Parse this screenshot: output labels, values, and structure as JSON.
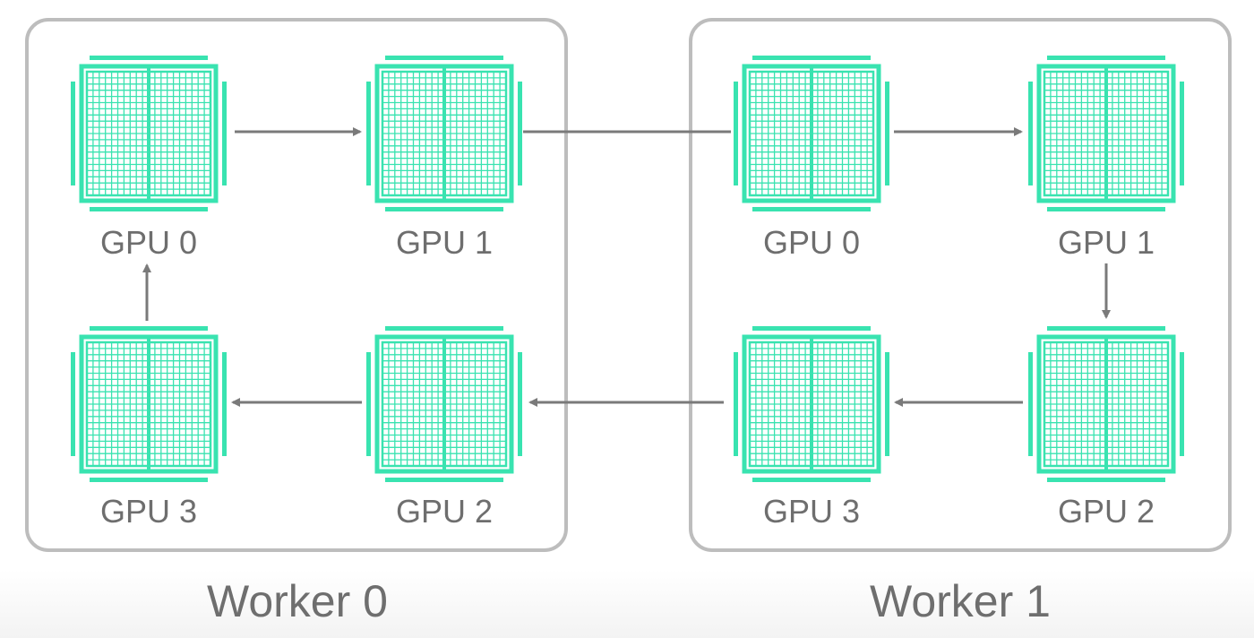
{
  "diagram": {
    "workers": [
      {
        "label": "Worker 0",
        "gpus": [
          {
            "label": "GPU 0"
          },
          {
            "label": "GPU 1"
          },
          {
            "label": "GPU 2"
          },
          {
            "label": "GPU 3"
          }
        ]
      },
      {
        "label": "Worker 1",
        "gpus": [
          {
            "label": "GPU 0"
          },
          {
            "label": "GPU 1"
          },
          {
            "label": "GPU 2"
          },
          {
            "label": "GPU 3"
          }
        ]
      }
    ],
    "ring_connections": [
      {
        "from": "Worker 0 / GPU 0",
        "to": "Worker 0 / GPU 1"
      },
      {
        "from": "Worker 0 / GPU 1",
        "to": "Worker 1 / GPU 0"
      },
      {
        "from": "Worker 1 / GPU 0",
        "to": "Worker 1 / GPU 1"
      },
      {
        "from": "Worker 1 / GPU 1",
        "to": "Worker 1 / GPU 2"
      },
      {
        "from": "Worker 1 / GPU 2",
        "to": "Worker 1 / GPU 3"
      },
      {
        "from": "Worker 1 / GPU 3",
        "to": "Worker 0 / GPU 2"
      },
      {
        "from": "Worker 0 / GPU 2",
        "to": "Worker 0 / GPU 3"
      },
      {
        "from": "Worker 0 / GPU 3",
        "to": "Worker 0 / GPU 0"
      }
    ],
    "colors": {
      "chip": "#39e3b0",
      "connector": "#7a7a7a",
      "box_border": "#bdbdbd",
      "text": "#6e6e6e"
    },
    "icons": {
      "gpu": "gpu-chip-icon",
      "connector": "arrow"
    }
  }
}
